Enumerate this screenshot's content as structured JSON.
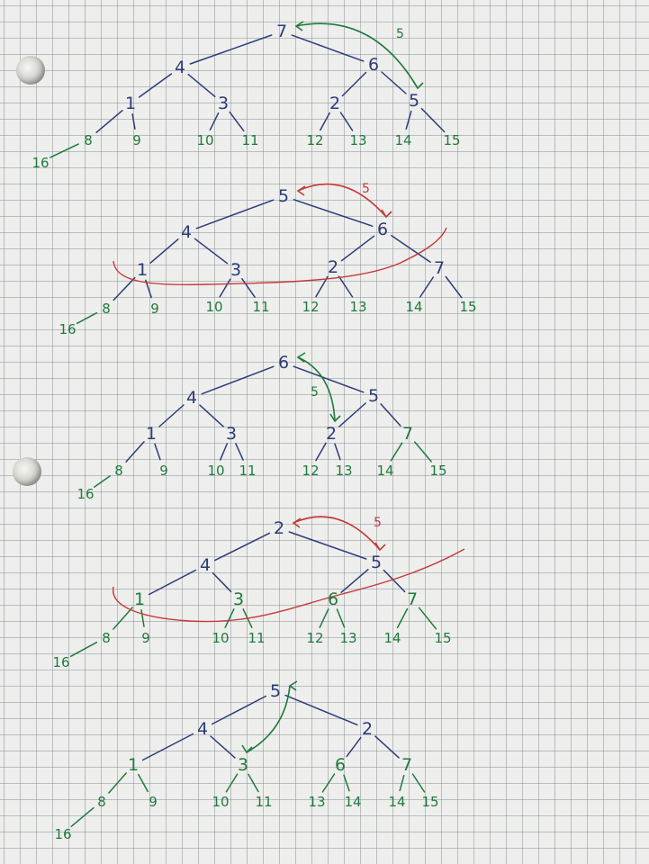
{
  "colors": {
    "paper": "#eeeeec",
    "blue_ink": "#2c3c7a",
    "green_ink": "#1f7a3d",
    "red_ink": "#c43a3a"
  },
  "steps": [
    {
      "step_label": "5",
      "step_color": "#1f7a3d",
      "nodes": [
        {
          "label": "7",
          "ink": "blue"
        },
        {
          "label": "4",
          "ink": "blue"
        },
        {
          "label": "6",
          "ink": "blue"
        },
        {
          "label": "1",
          "ink": "blue"
        },
        {
          "label": "3",
          "ink": "blue"
        },
        {
          "label": "2",
          "ink": "blue"
        },
        {
          "label": "5",
          "ink": "blue"
        },
        {
          "label": "8",
          "ink": "green"
        },
        {
          "label": "9",
          "ink": "green"
        },
        {
          "label": "10",
          "ink": "green"
        },
        {
          "label": "11",
          "ink": "green"
        },
        {
          "label": "12",
          "ink": "green"
        },
        {
          "label": "13",
          "ink": "green"
        },
        {
          "label": "14",
          "ink": "green"
        },
        {
          "label": "15",
          "ink": "green"
        },
        {
          "label": "16",
          "ink": "green"
        }
      ]
    },
    {
      "step_label": "5",
      "step_color": "#c43a3a",
      "nodes": [
        {
          "label": "5",
          "ink": "blue"
        },
        {
          "label": "4",
          "ink": "blue"
        },
        {
          "label": "6",
          "ink": "blue"
        },
        {
          "label": "1",
          "ink": "blue"
        },
        {
          "label": "3",
          "ink": "blue"
        },
        {
          "label": "2",
          "ink": "blue"
        },
        {
          "label": "7",
          "ink": "blue"
        },
        {
          "label": "8",
          "ink": "green"
        },
        {
          "label": "9",
          "ink": "green"
        },
        {
          "label": "10",
          "ink": "green"
        },
        {
          "label": "11",
          "ink": "green"
        },
        {
          "label": "12",
          "ink": "green"
        },
        {
          "label": "13",
          "ink": "green"
        },
        {
          "label": "14",
          "ink": "green"
        },
        {
          "label": "15",
          "ink": "green"
        },
        {
          "label": "16",
          "ink": "green"
        }
      ]
    },
    {
      "step_label": "5",
      "step_color": "#1f7a3d",
      "nodes": [
        {
          "label": "6",
          "ink": "blue"
        },
        {
          "label": "4",
          "ink": "blue"
        },
        {
          "label": "5",
          "ink": "blue"
        },
        {
          "label": "1",
          "ink": "blue"
        },
        {
          "label": "3",
          "ink": "blue"
        },
        {
          "label": "2",
          "ink": "blue"
        },
        {
          "label": "7",
          "ink": "green"
        },
        {
          "label": "8",
          "ink": "green"
        },
        {
          "label": "9",
          "ink": "green"
        },
        {
          "label": "10",
          "ink": "green"
        },
        {
          "label": "11",
          "ink": "green"
        },
        {
          "label": "12",
          "ink": "green"
        },
        {
          "label": "13",
          "ink": "green"
        },
        {
          "label": "14",
          "ink": "green"
        },
        {
          "label": "15",
          "ink": "green"
        },
        {
          "label": "16",
          "ink": "green"
        }
      ]
    },
    {
      "step_label": "5",
      "step_color": "#c43a3a",
      "nodes": [
        {
          "label": "2",
          "ink": "blue"
        },
        {
          "label": "4",
          "ink": "blue"
        },
        {
          "label": "5",
          "ink": "blue"
        },
        {
          "label": "1",
          "ink": "green"
        },
        {
          "label": "3",
          "ink": "green"
        },
        {
          "label": "6",
          "ink": "green"
        },
        {
          "label": "7",
          "ink": "green"
        },
        {
          "label": "8",
          "ink": "green"
        },
        {
          "label": "9",
          "ink": "green"
        },
        {
          "label": "10",
          "ink": "green"
        },
        {
          "label": "11",
          "ink": "green"
        },
        {
          "label": "12",
          "ink": "green"
        },
        {
          "label": "13",
          "ink": "green"
        },
        {
          "label": "14",
          "ink": "green"
        },
        {
          "label": "15",
          "ink": "green"
        },
        {
          "label": "16",
          "ink": "green"
        }
      ]
    },
    {
      "step_label": "",
      "step_color": "#1f7a3d",
      "nodes": [
        {
          "label": "5",
          "ink": "blue"
        },
        {
          "label": "4",
          "ink": "blue"
        },
        {
          "label": "2",
          "ink": "blue"
        },
        {
          "label": "1",
          "ink": "green"
        },
        {
          "label": "3",
          "ink": "green"
        },
        {
          "label": "6",
          "ink": "green"
        },
        {
          "label": "7",
          "ink": "green"
        },
        {
          "label": "8",
          "ink": "green"
        },
        {
          "label": "9",
          "ink": "green"
        },
        {
          "label": "10",
          "ink": "green"
        },
        {
          "label": "11",
          "ink": "green"
        },
        {
          "label": "13",
          "ink": "green"
        },
        {
          "label": "14",
          "ink": "green"
        },
        {
          "label": "14",
          "ink": "green"
        },
        {
          "label": "15",
          "ink": "green"
        },
        {
          "label": "16",
          "ink": "green"
        }
      ]
    }
  ]
}
